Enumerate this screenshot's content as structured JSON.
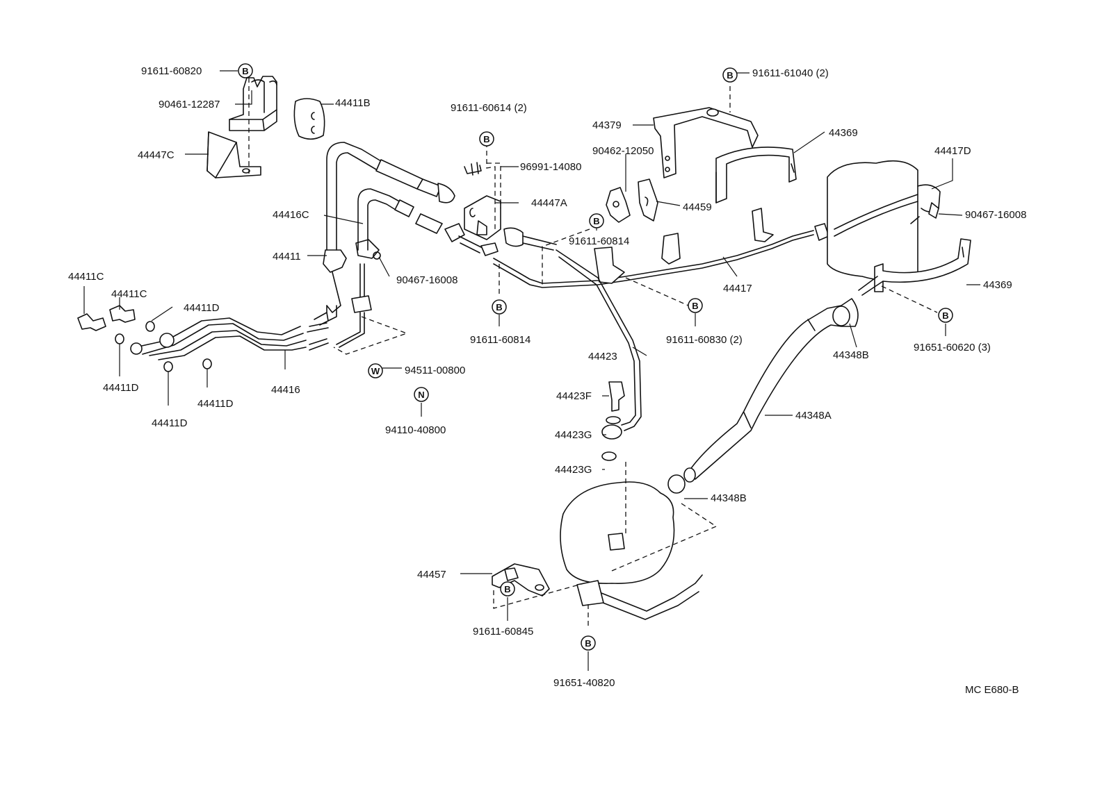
{
  "diagram_code": "MC E680-B",
  "symbols": {
    "bolt": "B",
    "washer": "W",
    "nut": "N"
  },
  "parts": {
    "p_91611_60820": "91611-60820",
    "p_90461_12287": "90461-12287",
    "p_44411B": "44411B",
    "p_44447C": "44447C",
    "p_91611_60614": "91611-60614 (2)",
    "p_96991_14080": "96991-14080",
    "p_44447A": "44447A",
    "p_44416C": "44416C",
    "p_44411": "44411",
    "p_90467_16008_a": "90467-16008",
    "p_44411C_a": "44411C",
    "p_44411C_b": "44411C",
    "p_44411D_a": "44411D",
    "p_44411D_b": "44411D",
    "p_44411D_c": "44411D",
    "p_44411D_d": "44411D",
    "p_44416": "44416",
    "p_94511_00800": "94511-00800",
    "p_94110_40800": "94110-40800",
    "p_91611_60814_a": "91611-60814",
    "p_91611_60814_b": "91611-60814",
    "p_91611_61040": "91611-61040 (2)",
    "p_44379": "44379",
    "p_44369_a": "44369",
    "p_90462_12050": "90462-12050",
    "p_44459": "44459",
    "p_44417": "44417",
    "p_91611_60830": "91611-60830 (2)",
    "p_44423": "44423",
    "p_44423F": "44423F",
    "p_44423G_a": "44423G",
    "p_44423G_b": "44423G",
    "p_44417D": "44417D",
    "p_90467_16008_b": "90467-16008",
    "p_44369_b": "44369",
    "p_91651_60620": "91651-60620 (3)",
    "p_44348B_a": "44348B",
    "p_44348A": "44348A",
    "p_44348B_b": "44348B",
    "p_44457": "44457",
    "p_91611_60845": "91611-60845",
    "p_91651_40820": "91651-40820"
  }
}
